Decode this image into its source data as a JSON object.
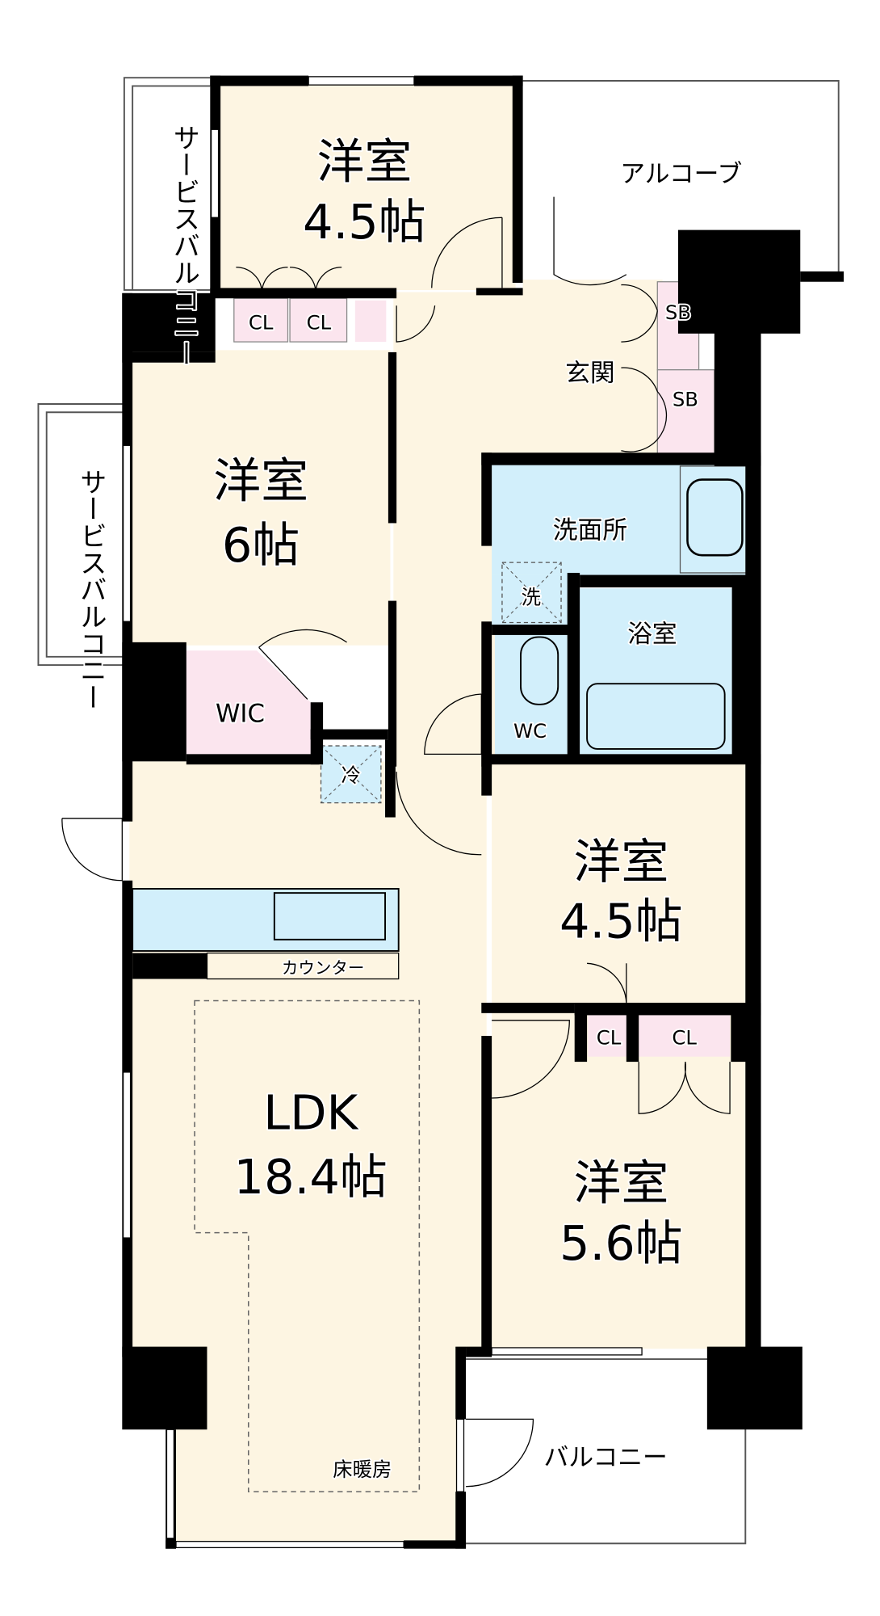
{
  "colors": {
    "room": "#fdf5e2",
    "closet": "#fbe5ee",
    "wet": "#d2effb",
    "wall": "#000000"
  },
  "rooms": {
    "western_top": {
      "name": "洋室",
      "size": "4.5帖"
    },
    "western_6": {
      "name": "洋室",
      "size": "6帖"
    },
    "western_right": {
      "name": "洋室",
      "size": "4.5帖"
    },
    "western_56": {
      "name": "洋室",
      "size": "5.6帖"
    },
    "ldk": {
      "name": "LDK",
      "size": "18.4帖"
    }
  },
  "labels": {
    "service_balcony_1": "サービスバルコニー",
    "service_balcony_2": "サービスバルコニー",
    "alcove": "アルコーブ",
    "entrance": "玄関",
    "sb1": "SB",
    "sb2": "SB",
    "cl1": "CL",
    "cl2": "CL",
    "cl3": "CL",
    "cl4": "CL",
    "wic": "WIC",
    "washroom": "洗面所",
    "washer": "洗",
    "bathroom": "浴室",
    "wc": "WC",
    "fridge": "冷",
    "counter": "カウンター",
    "floor_heating": "床暖房",
    "balcony": "バルコニー"
  }
}
